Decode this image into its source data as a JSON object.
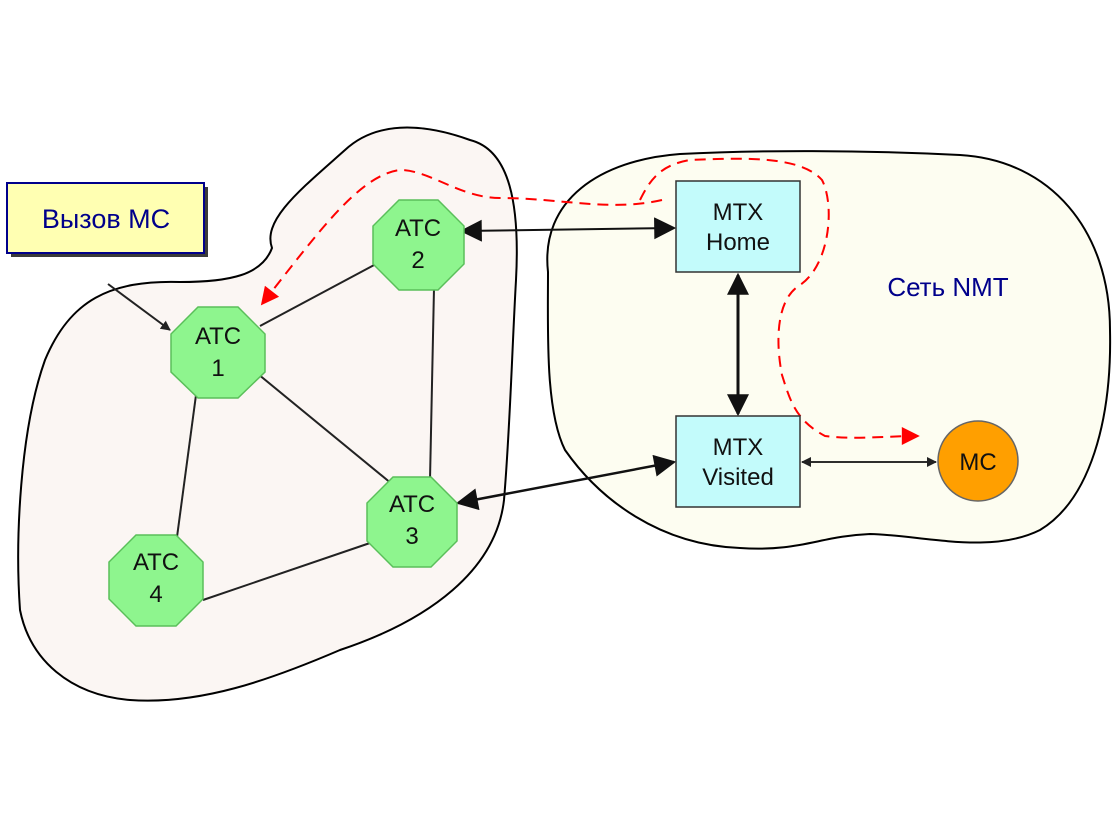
{
  "call_box": {
    "label": "Вызов МС"
  },
  "nmt_network": {
    "label": "Сеть NMT"
  },
  "atc_nodes": [
    {
      "line1": "АТС",
      "line2": "1"
    },
    {
      "line1": "АТС",
      "line2": "2"
    },
    {
      "line1": "АТС",
      "line2": "3"
    },
    {
      "line1": "АТС",
      "line2": "4"
    }
  ],
  "mtx_home": {
    "line1": "MTX",
    "line2": "Home"
  },
  "mtx_visited": {
    "line1": "MTX",
    "line2": "Visited"
  },
  "mobile_station": {
    "label": "МС"
  },
  "colors": {
    "pstn_cloud": "#fbf6f3",
    "nmt_cloud": "#fdfdf1",
    "atc_fill": "#8ef58e",
    "mtx_fill": "#c3fbfb",
    "ms_fill": "#ff9f00",
    "call_box_fill": "#ffffb2",
    "call_box_border": "#00008b",
    "call_path": "#ff0000",
    "nmt_label": "#00008b"
  }
}
